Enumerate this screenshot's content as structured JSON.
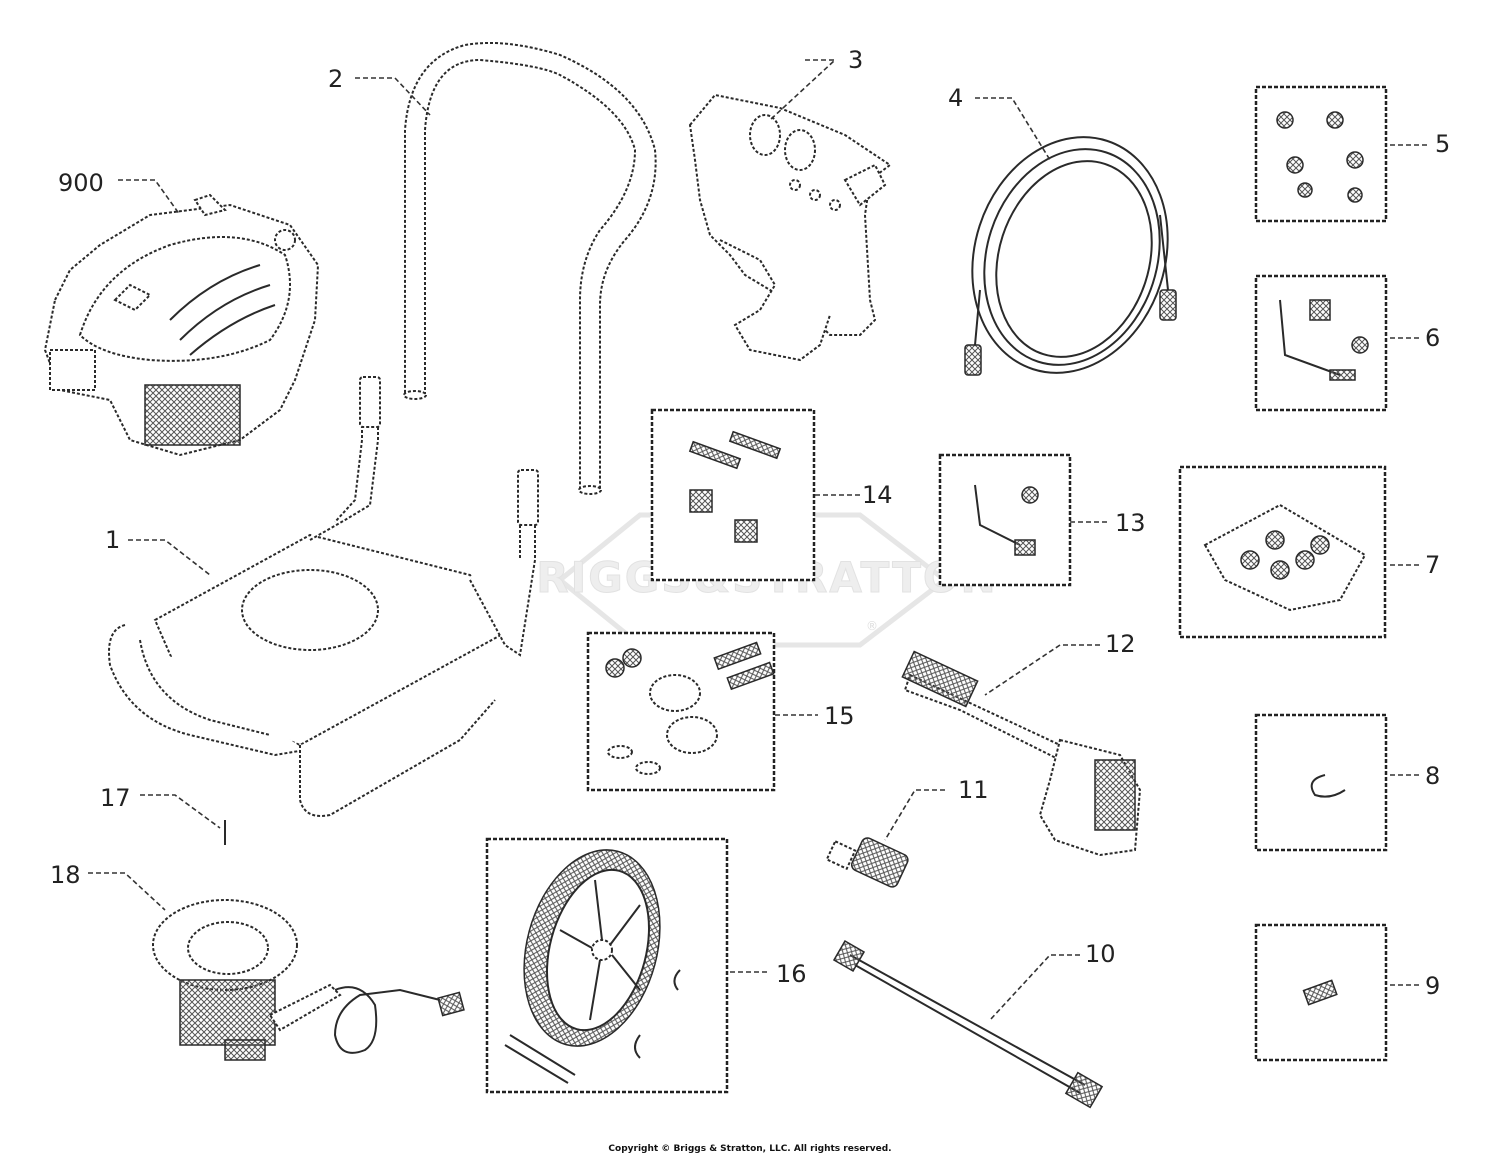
{
  "callouts": {
    "p900": "900",
    "p1": "1",
    "p2": "2",
    "p3": "3",
    "p4": "4",
    "p5": "5",
    "p6": "6",
    "p7": "7",
    "p8": "8",
    "p9": "9",
    "p10": "10",
    "p11": "11",
    "p12": "12",
    "p13": "13",
    "p14": "14",
    "p15": "15",
    "p16": "16",
    "p17": "17",
    "p18": "18"
  },
  "watermark": "BRIGGS&STRATTON",
  "watermark_mark": "®",
  "copyright": "Copyright © Briggs & Stratton, LLC. All rights reserved."
}
